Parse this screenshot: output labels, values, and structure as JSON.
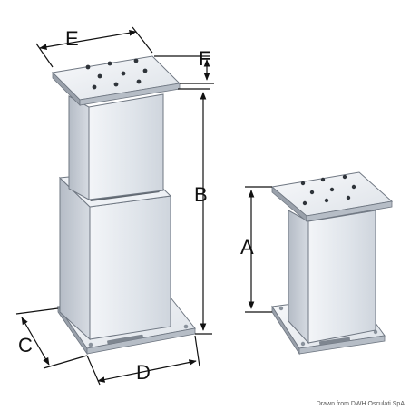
{
  "diagram": {
    "labels": {
      "E": "E",
      "F": "F",
      "B": "B",
      "A": "A",
      "C": "C",
      "D": "D"
    },
    "credit": "Drawn from DWH Osculati SpA",
    "colors": {
      "plate_top": "#eef1f5",
      "plate_edge": "#9aa1ab",
      "column_front": "#e4e8ee",
      "column_side": "#bcc3cd",
      "stroke": "#6f7782",
      "dimension": "#111111"
    }
  }
}
